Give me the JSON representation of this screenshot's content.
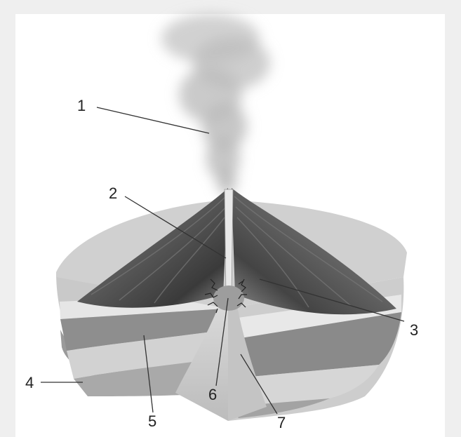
{
  "diagram": {
    "labels": [
      {
        "id": "1",
        "text": "1"
      },
      {
        "id": "2",
        "text": "2"
      },
      {
        "id": "3",
        "text": "3"
      },
      {
        "id": "4",
        "text": "4"
      },
      {
        "id": "5",
        "text": "5"
      },
      {
        "id": "6",
        "text": "6"
      },
      {
        "id": "7",
        "text": "7"
      }
    ]
  },
  "colors": {
    "frame_border": "#efefef",
    "panel": "#ffffff",
    "plume": "#bdbdbd",
    "label": "#222222"
  }
}
